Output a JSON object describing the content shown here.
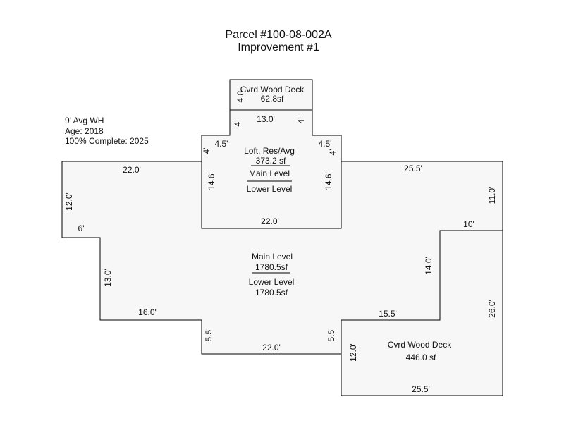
{
  "title": {
    "line1": "Parcel #100-08-002A",
    "line2": "Improvement #1"
  },
  "notes": {
    "wall_height": "9' Avg WH",
    "age": "Age: 2018",
    "complete": "100% Complete: 2025"
  },
  "areas": {
    "top_deck": {
      "name": "Cvrd Wood Deck",
      "area": "62.8sf"
    },
    "loft": {
      "name": "Loft, Res/Avg",
      "area": "373.2 sf",
      "level1": "Main Level",
      "level2": "Lower Level"
    },
    "main": {
      "level1": "Main Level",
      "area1": "1780.5sf",
      "level2": "Lower Level",
      "area2": "1780.5sf"
    },
    "bottom_deck": {
      "name": "Cvrd Wood Deck",
      "area": "446.0 sf"
    }
  },
  "dimensions": {
    "top_deck_side": "4.8'",
    "loft_top": "13.0'",
    "loft_notch_left": "4'",
    "loft_notch_right": "4'",
    "loft_step_left": "4.5'",
    "loft_step_right": "4.5'",
    "loft_side_left_small": "4'",
    "loft_side_right_small": "4'",
    "loft_side_left": "14.6'",
    "loft_side_right": "14.6'",
    "loft_bottom": "22.0'",
    "main_top_left": "22.0'",
    "main_top_right": "25.5'",
    "main_left_upper": "12.0'",
    "main_left_notch": "6'",
    "main_left_lower": "13.0'",
    "main_bottom_left": "16.0'",
    "main_notch_left": "5.5'",
    "main_notch_right": "5.5'",
    "main_bottom_center": "22.0'",
    "main_bottom_right": "15.5'",
    "main_right_upper": "11.0'",
    "main_right_notch": "10'",
    "main_right_mid": "14.0'",
    "main_right_lower": "26.0'",
    "deck_left": "12.0'",
    "deck_bottom": "25.5'"
  }
}
